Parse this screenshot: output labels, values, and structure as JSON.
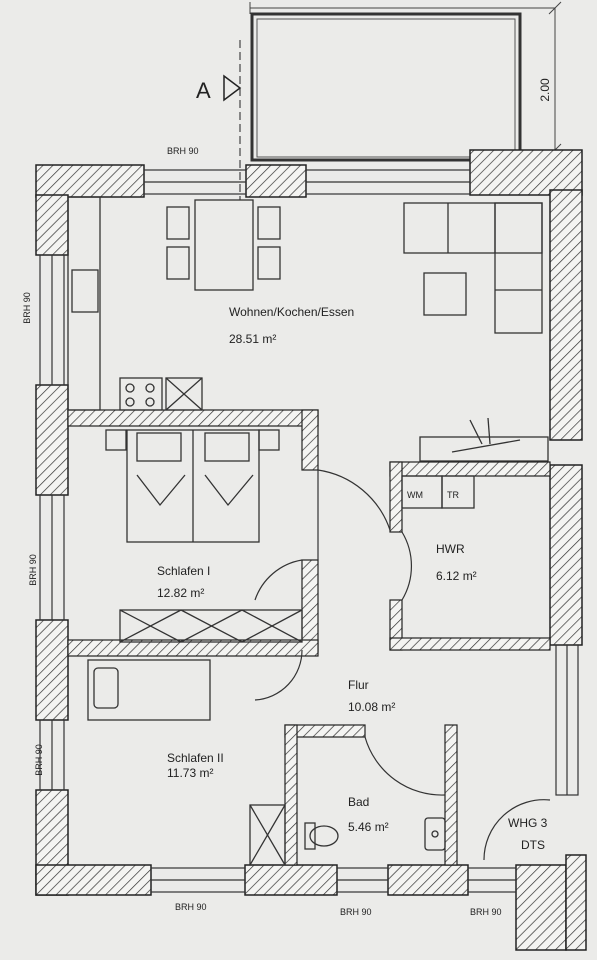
{
  "section_marker": "A",
  "balcony_depth": "2.00",
  "sill_height_labels": [
    "BRH 90",
    "BRH 90",
    "BRH 90",
    "BRH 90",
    "BRH 90",
    "BRH 90",
    "BRH 90"
  ],
  "rooms": [
    {
      "name": "Wohnen/Kochen/Essen",
      "area": "28.51 m²"
    },
    {
      "name": "Schlafen I",
      "area": "12.82 m²"
    },
    {
      "name": "HWR",
      "area": "6.12 m²"
    },
    {
      "name": "Flur",
      "area": "10.08 m²"
    },
    {
      "name": "Schlafen II",
      "area": "11.73 m²"
    },
    {
      "name": "Bad",
      "area": "5.46 m²"
    }
  ],
  "appliances": {
    "washer": "WM",
    "dryer": "TR"
  },
  "entrance": {
    "unit": "WHG 3",
    "door_type": "DTS"
  }
}
